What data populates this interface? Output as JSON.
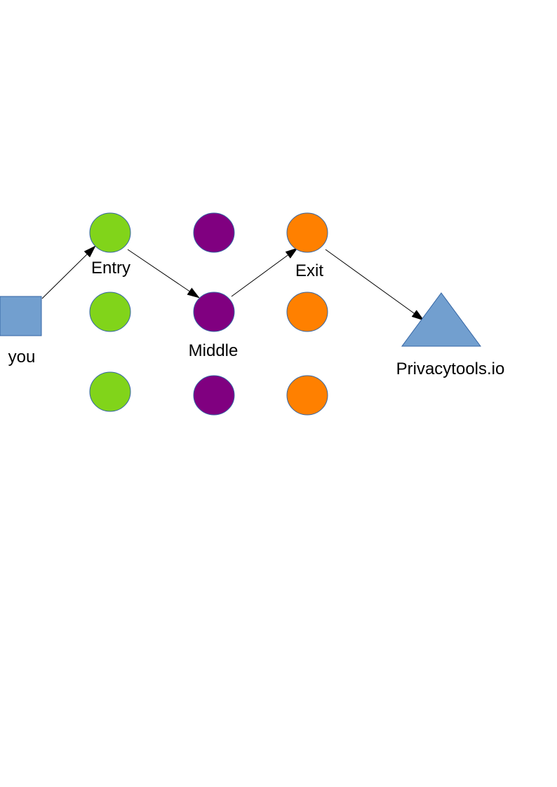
{
  "labels": {
    "you": "you",
    "entry": "Entry",
    "middle": "Middle",
    "exit": "Exit",
    "destination": "Privacytools.io"
  },
  "colors": {
    "you_fill": "#729fcf",
    "you_stroke": "#3465a4",
    "entry_fill": "#81d41a",
    "middle_fill": "#800080",
    "exit_fill": "#ff8000",
    "node_stroke": "#3465a4",
    "destination_fill": "#729fcf",
    "arrow": "#000000"
  }
}
